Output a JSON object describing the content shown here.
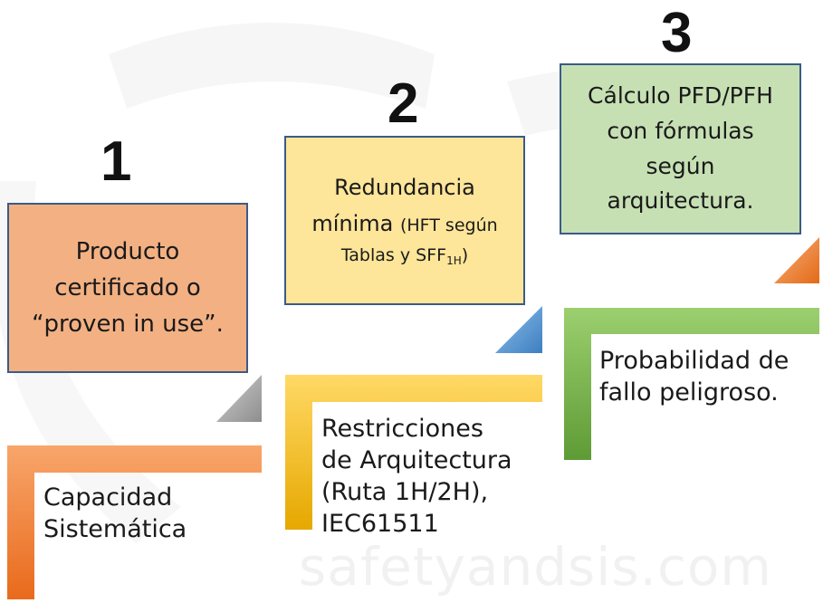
{
  "steps": [
    {
      "number": "1",
      "box_text": [
        "Producto",
        "certificado o",
        "“proven in use”."
      ],
      "label": [
        "Capacidad",
        "Sistemática"
      ],
      "box_color": "#f3b183",
      "bracket_color": "#ed7d31",
      "triangle_color": "#a5a5a5"
    },
    {
      "number": "2",
      "box_line1": "Redundancia",
      "box_line2_main": "mínima",
      "box_line2_small": "(HFT según",
      "box_line3": "Tablas y SFF",
      "box_line3_sub": "1H",
      "box_line3_end": ")",
      "label": [
        "Restricciones",
        "de Arquitectura",
        "(Ruta 1H/2H),",
        "IEC61511"
      ],
      "box_color": "#fde599",
      "bracket_color": "#ffc000",
      "triangle_color": "#5b9bd5"
    },
    {
      "number": "3",
      "box_text": [
        "Cálculo PFD/PFH",
        "con fórmulas",
        "según",
        "arquitectura."
      ],
      "label": [
        "Probabilidad de",
        "fallo peligroso."
      ],
      "box_color": "#c6e0b4",
      "bracket_color": "#70ad47",
      "triangle_color": "#ed7d31"
    }
  ],
  "watermark": "safetyandsis.com",
  "colors": {
    "box_border": "#3b5b86"
  }
}
